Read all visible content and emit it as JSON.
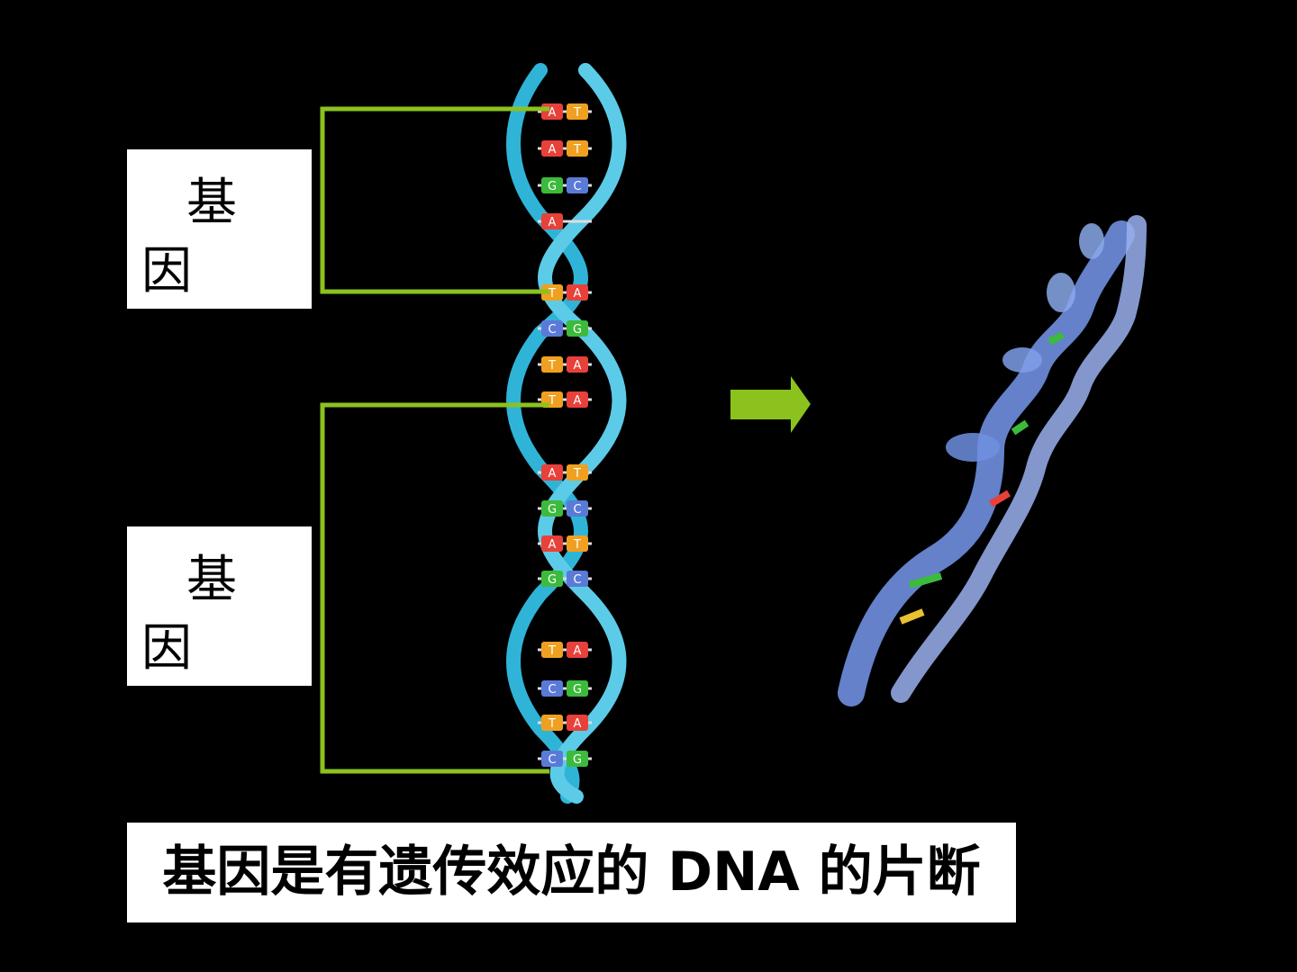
{
  "labels": [
    {
      "line1": "基",
      "line2": "因"
    },
    {
      "line1": "基",
      "line2": "因"
    }
  ],
  "caption": "基因是有遗传效应的 DNA 的片断",
  "bases": [
    {
      "left": "A",
      "right": "T"
    },
    {
      "left": "A",
      "right": "T"
    },
    {
      "left": "G",
      "right": "C"
    },
    {
      "left": "A",
      "right": ""
    },
    {
      "left": "T",
      "right": "A"
    },
    {
      "left": "C",
      "right": "G"
    },
    {
      "left": "T",
      "right": "A"
    },
    {
      "left": "T",
      "right": "A"
    },
    {
      "left": "A",
      "right": "T"
    },
    {
      "left": "G",
      "right": "C"
    },
    {
      "left": "A",
      "right": "T"
    },
    {
      "left": "G",
      "right": "C"
    },
    {
      "left": "T",
      "right": "A"
    },
    {
      "left": "C",
      "right": "G"
    },
    {
      "left": "T",
      "right": "A"
    },
    {
      "left": "C",
      "right": "G"
    }
  ],
  "colors": {
    "background": "#000000",
    "bracket": "#8cc21e",
    "arrow": "#8cc21e",
    "helix_left": "#2fb4d8",
    "helix_right": "#5ccbe8",
    "coil": "#7f9fe8",
    "base_A": "#e8413a",
    "base_T": "#f0a020",
    "base_G": "#3cba3c",
    "base_C": "#5a7ad8"
  }
}
